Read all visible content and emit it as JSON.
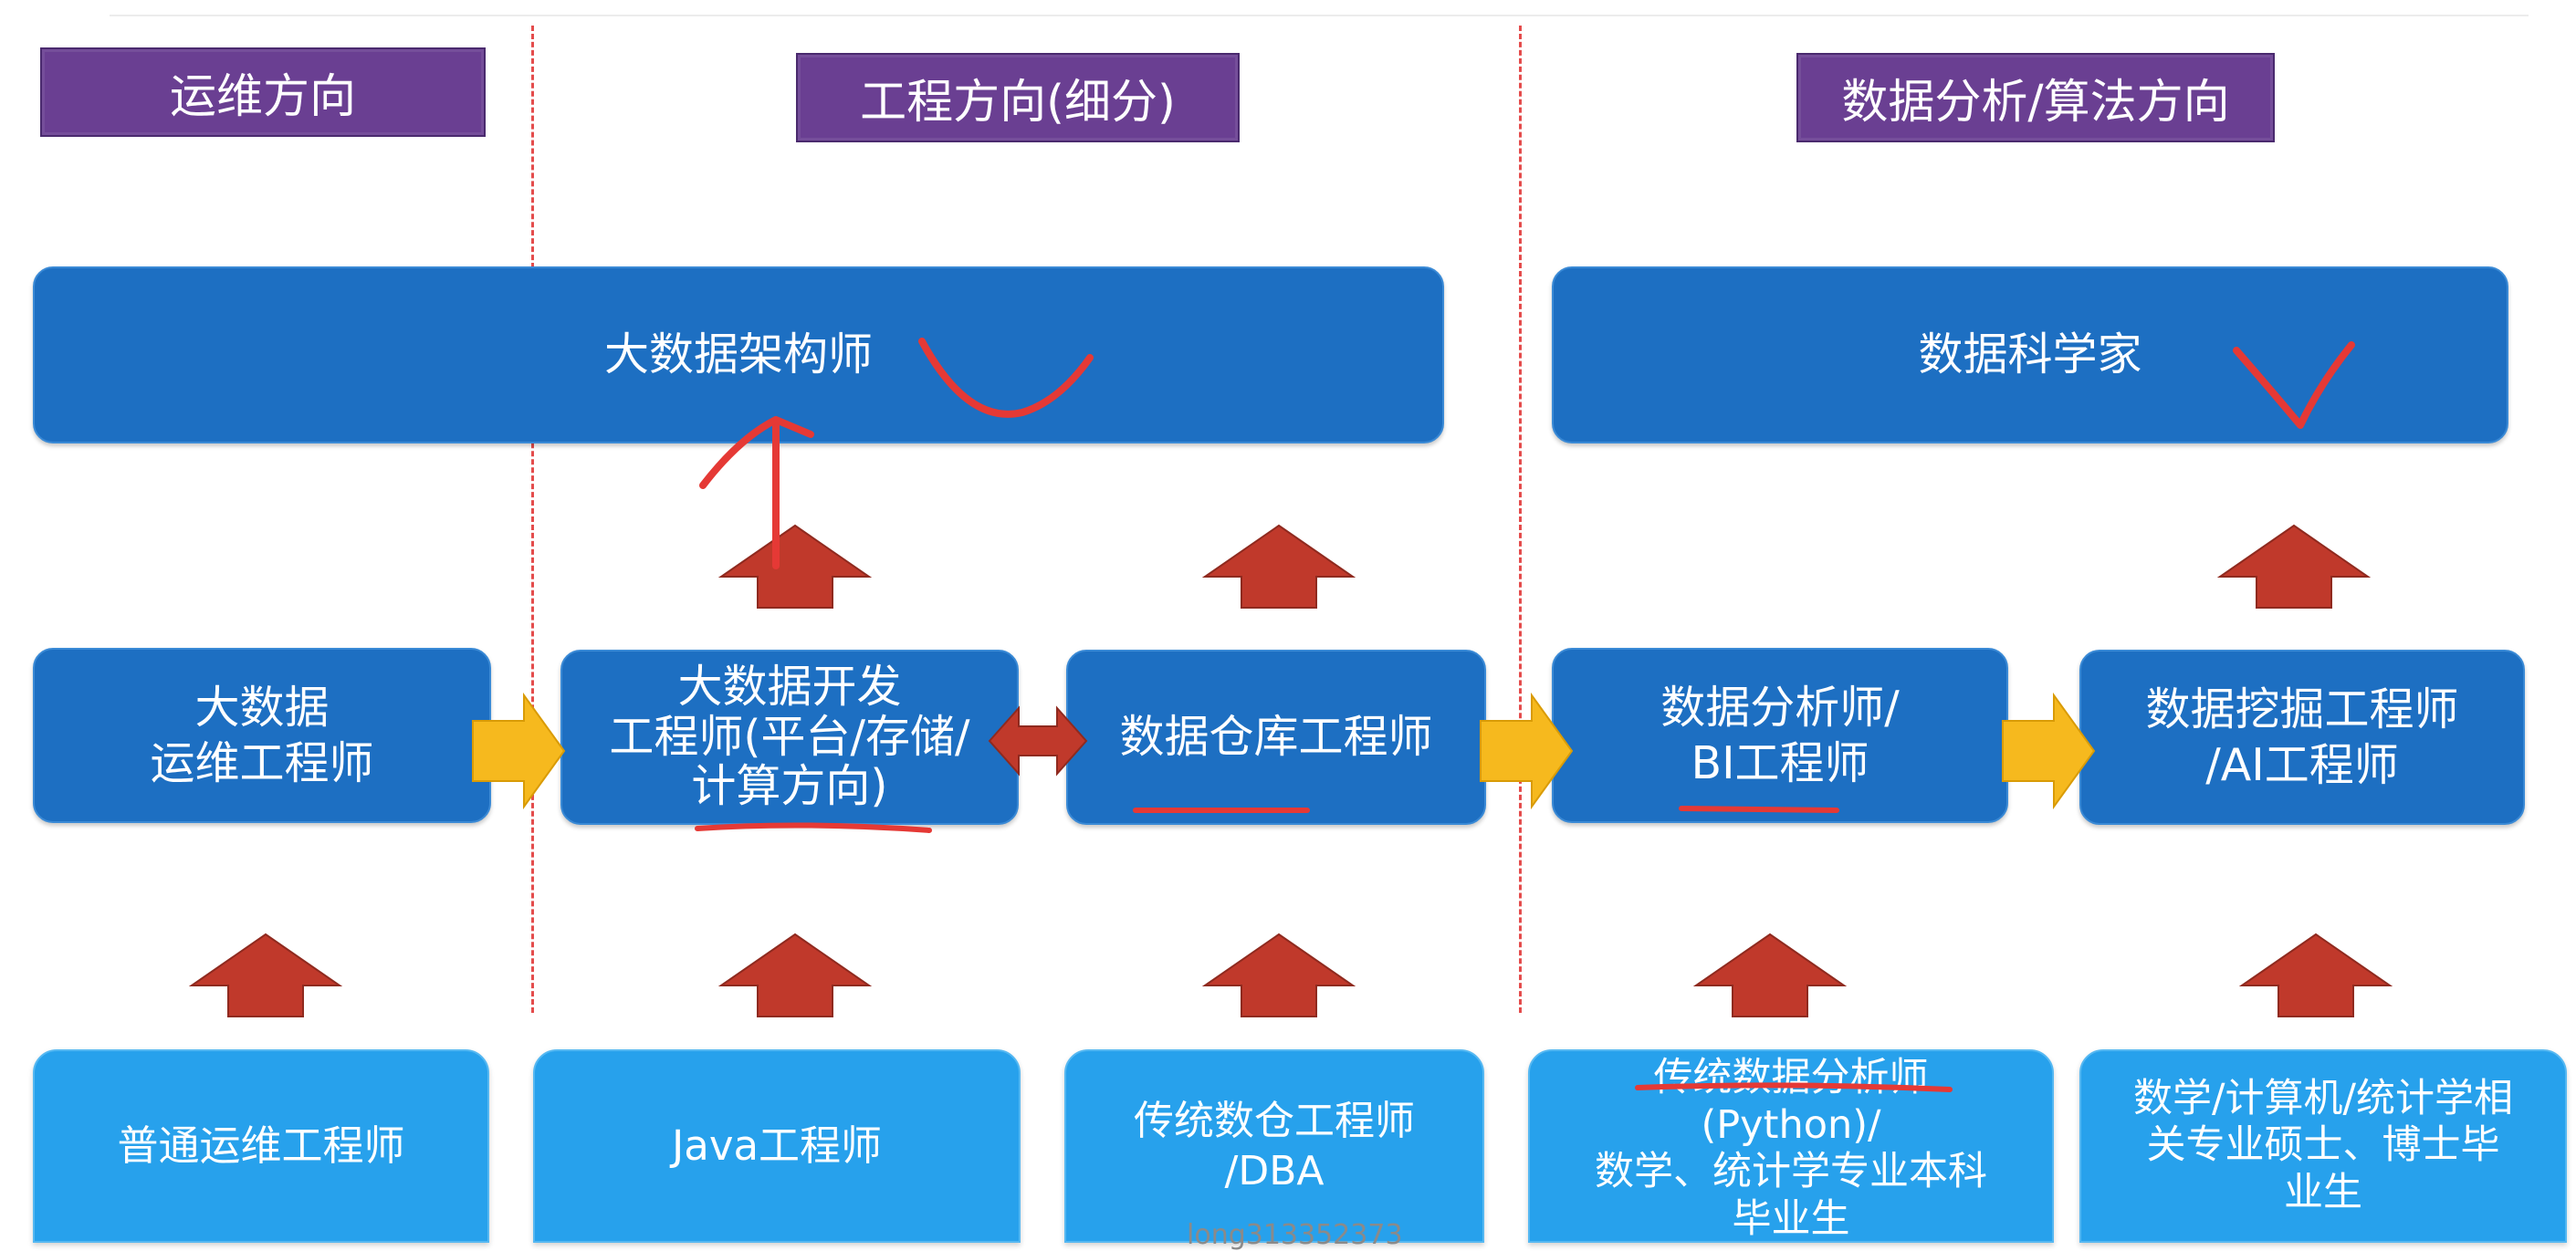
{
  "headers": {
    "ops": "运维方向",
    "engineering": "工程方向(细分)",
    "analysis": "数据分析/算法方向"
  },
  "top_roles": {
    "architect": "大数据架构师",
    "scientist": "数据科学家"
  },
  "mid_roles": {
    "ops_engineer": [
      "大数据",
      "运维工程师"
    ],
    "dev_engineer": [
      "大数据开发",
      "工程师(平台/存储/",
      "计算方向)"
    ],
    "warehouse_engineer": [
      "数据仓库工程师"
    ],
    "analyst": [
      "数据分析师/",
      "BI工程师"
    ],
    "mining_engineer": [
      "数据挖掘工程师",
      "/AI工程师"
    ]
  },
  "base_roles": {
    "ops": [
      "普通运维工程师"
    ],
    "java": [
      "Java工程师"
    ],
    "dba": [
      "传统数仓工程师",
      "/DBA"
    ],
    "analyst": [
      "传统数据分析师",
      "(Python)/",
      "数学、统计学专业本科",
      "毕业生"
    ],
    "grad": [
      "数学/计算机/统计学相",
      "关专业硕士、博士毕",
      "业生"
    ]
  },
  "watermark": "long313352373",
  "colors": {
    "header_bg": "#6a3f92",
    "dark_box": "#1d6fc2",
    "light_box": "#27a1ec",
    "up_arrow": "#c0392b",
    "right_arrow": "#f6b91e",
    "annotation": "#e53935"
  },
  "icons": {
    "up_arrow": "up-arrow-icon",
    "right_arrow": "right-arrow-icon",
    "double_arrow": "double-arrow-icon"
  }
}
